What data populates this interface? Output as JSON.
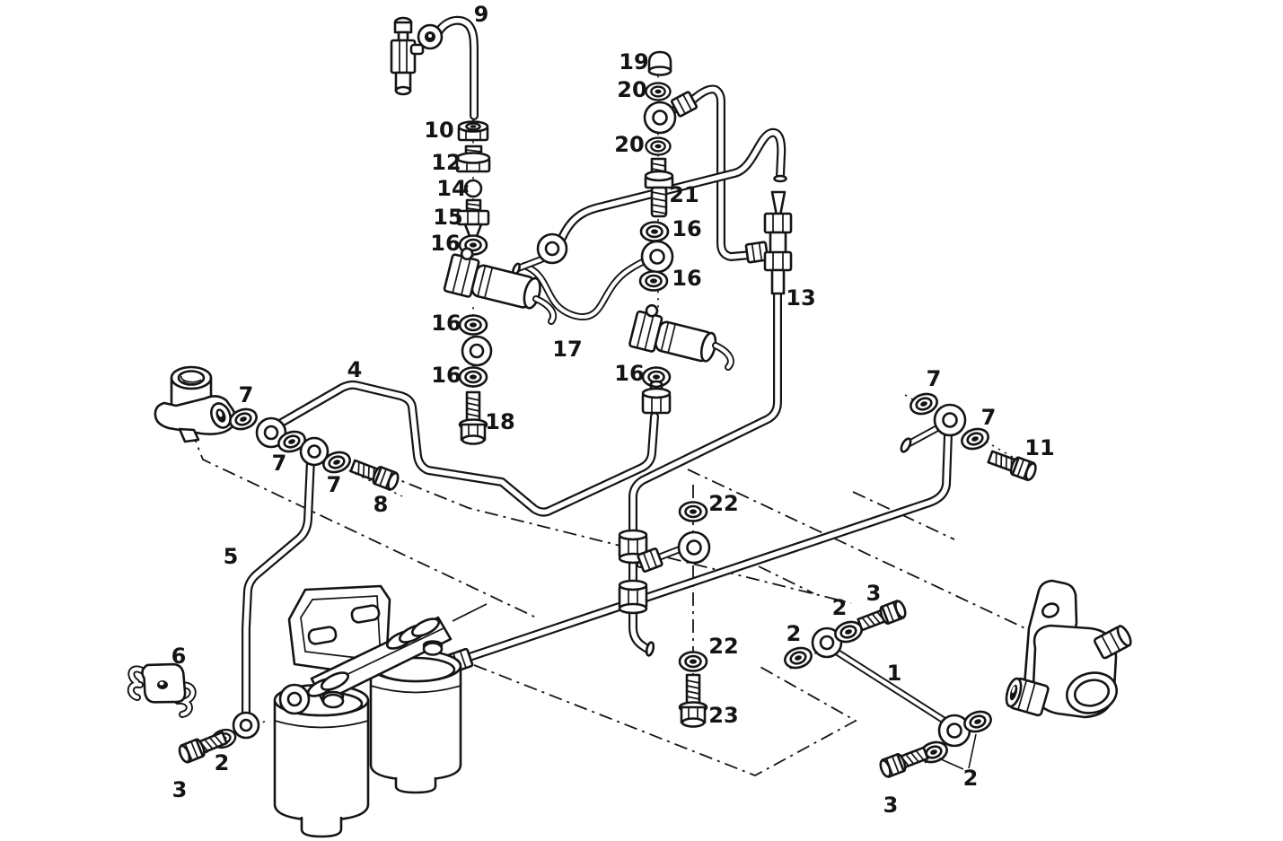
{
  "figure": {
    "kind": "exploded-parts-diagram",
    "subject": "fuel filter and fuel line assembly line drawing",
    "style": "black line art on white"
  },
  "colors": {
    "ink": "#141414",
    "paper": "#ffffff"
  },
  "callouts": [
    {
      "label": "9"
    },
    {
      "label": "10"
    },
    {
      "label": "12"
    },
    {
      "label": "14"
    },
    {
      "label": "15"
    },
    {
      "label": "16"
    },
    {
      "label": "16"
    },
    {
      "label": "16"
    },
    {
      "label": "18"
    },
    {
      "label": "17"
    },
    {
      "label": "19"
    },
    {
      "label": "20"
    },
    {
      "label": "20"
    },
    {
      "label": "21"
    },
    {
      "label": "16"
    },
    {
      "label": "16"
    },
    {
      "label": "13"
    },
    {
      "label": "16"
    },
    {
      "label": "4"
    },
    {
      "label": "7"
    },
    {
      "label": "7"
    },
    {
      "label": "7"
    },
    {
      "label": "8"
    },
    {
      "label": "5"
    },
    {
      "label": "6"
    },
    {
      "label": "2"
    },
    {
      "label": "3"
    },
    {
      "label": "7"
    },
    {
      "label": "7"
    },
    {
      "label": "11"
    },
    {
      "label": "22"
    },
    {
      "label": "22"
    },
    {
      "label": "23"
    },
    {
      "label": "2"
    },
    {
      "label": "2"
    },
    {
      "label": "3"
    },
    {
      "label": "1"
    },
    {
      "label": "2"
    },
    {
      "label": "3"
    }
  ]
}
